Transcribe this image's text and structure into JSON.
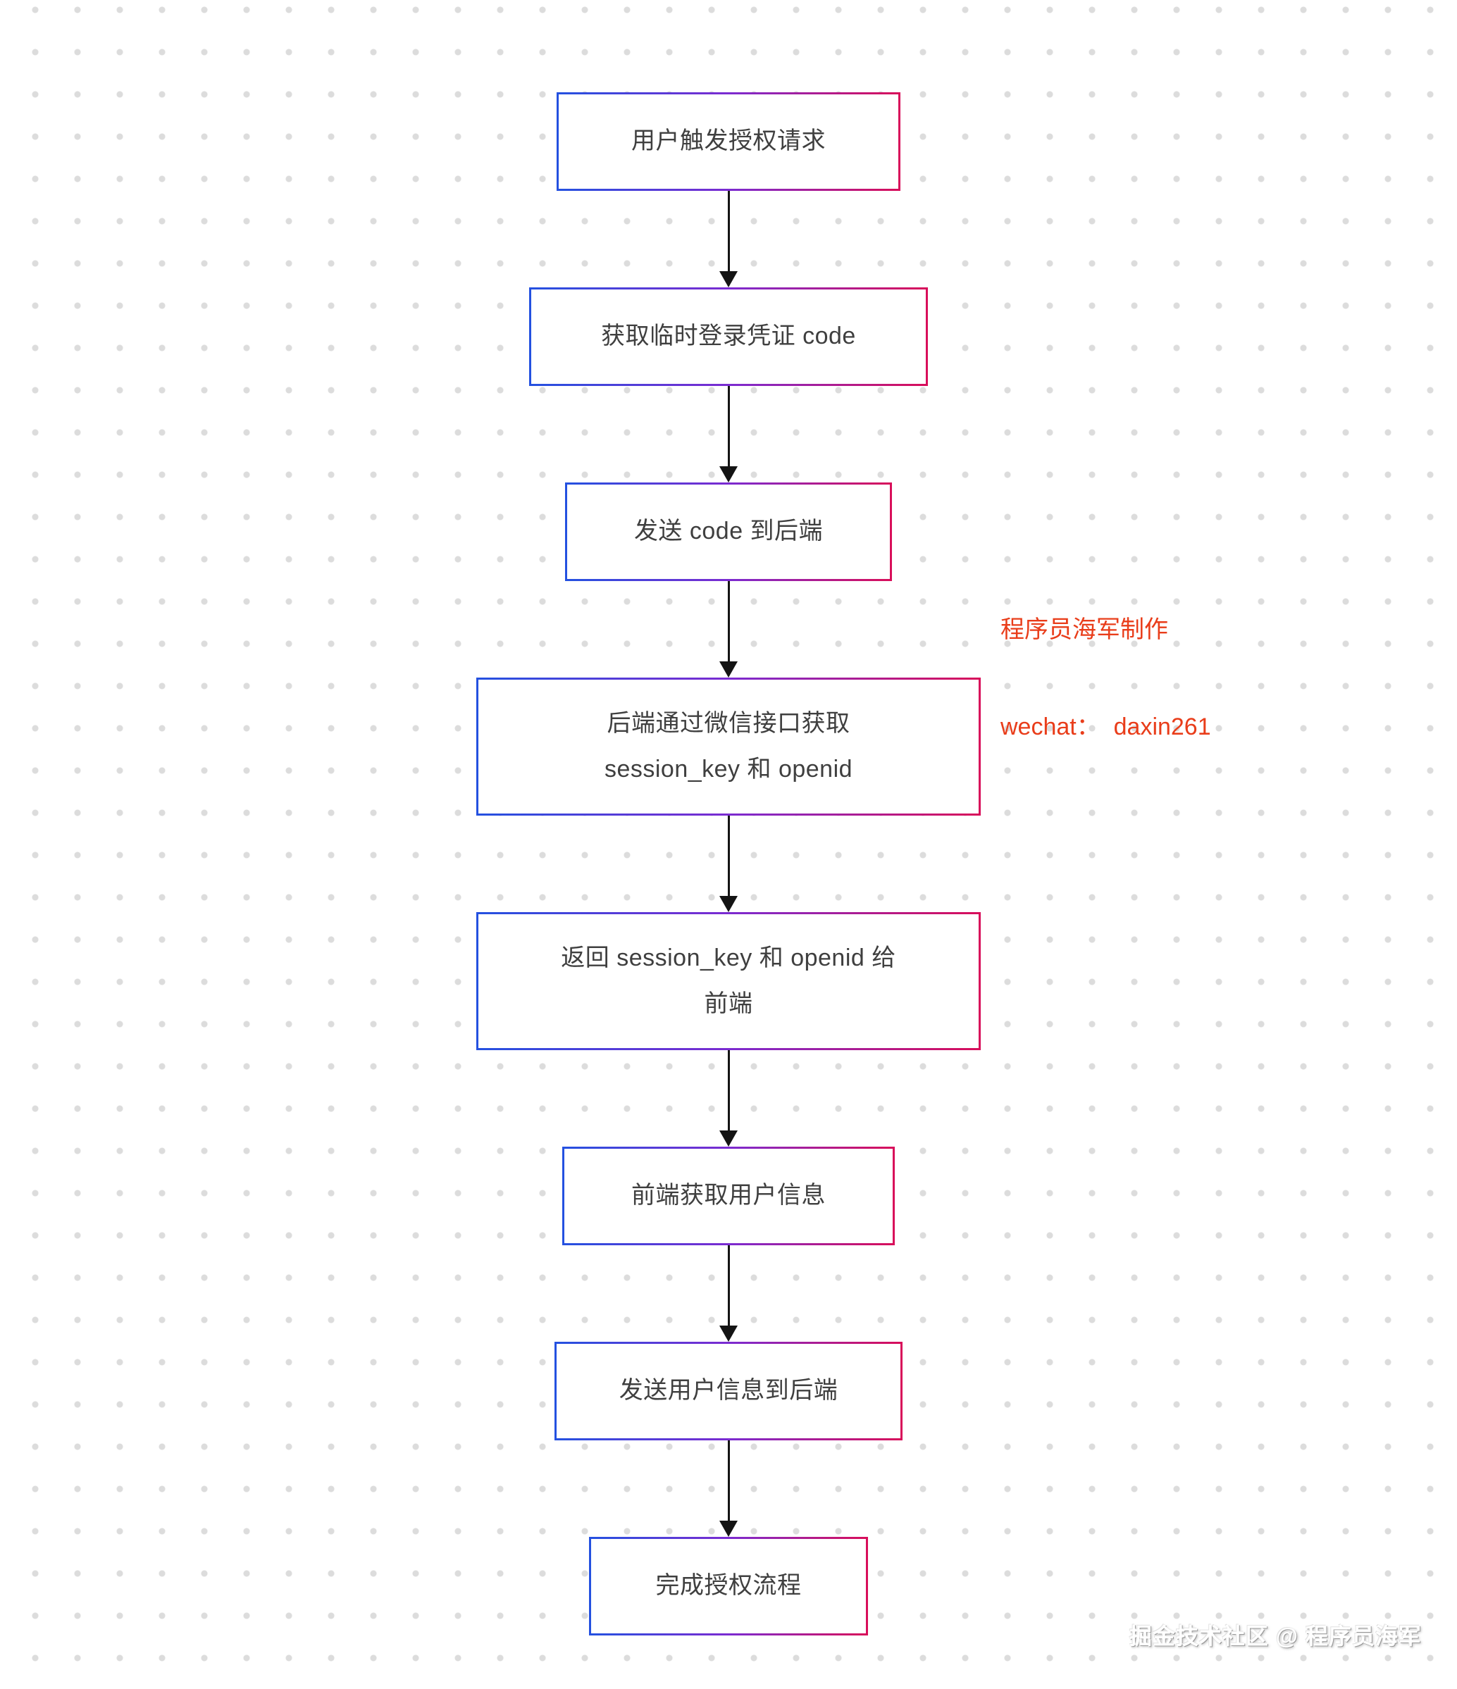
{
  "page": {
    "background_color": "#ffffff",
    "dot_grid_color": "#dcdcdc"
  },
  "flow": {
    "border_gradient": [
      "#2451e0",
      "#7b2bd1",
      "#d80e5a"
    ],
    "arrow_color": "#141414",
    "text_color": "#3f3f3f",
    "nodes": [
      {
        "label": "用户触发授权请求"
      },
      {
        "label": "获取临时登录凭证 code"
      },
      {
        "label": "发送 code 到后端"
      },
      {
        "label": "后端通过微信接口获取\nsession_key 和 openid"
      },
      {
        "label": "返回 session_key 和 openid 给\n前端"
      },
      {
        "label": "前端获取用户信息"
      },
      {
        "label": "发送用户信息到后端"
      },
      {
        "label": "完成授权流程"
      }
    ]
  },
  "annotation": {
    "color": "#e93d1a",
    "line1": "程序员海军制作",
    "line2": "wechat：  daxin261"
  },
  "watermark": {
    "text": "掘金技术社区 @ 程序员海军"
  }
}
